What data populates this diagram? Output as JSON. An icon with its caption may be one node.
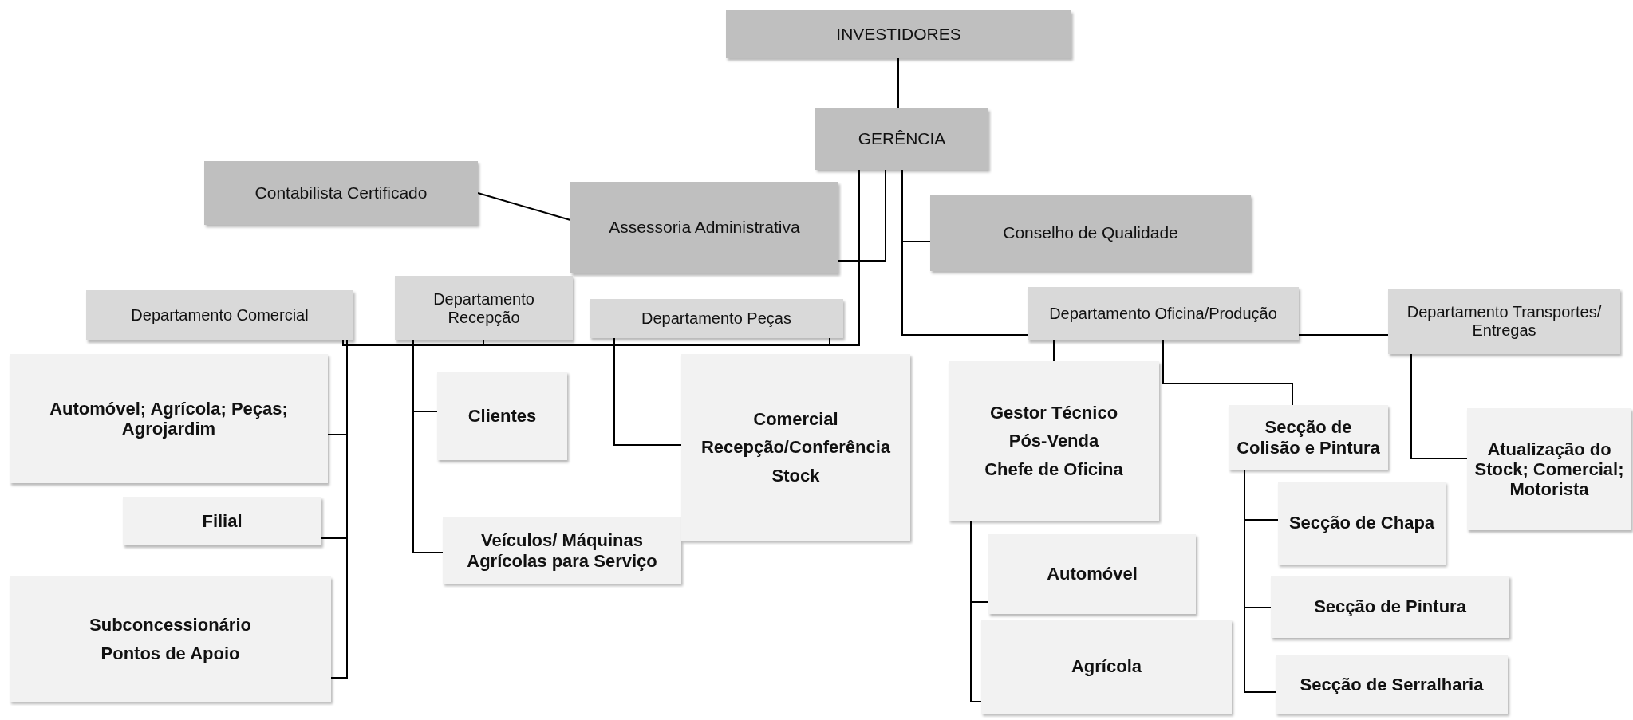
{
  "diagram": {
    "nodes": [
      {
        "text": [
          "INVESTIDORES"
        ]
      },
      {
        "text": [
          "GERÊNCIA"
        ]
      },
      {
        "text": [
          "Contabilista Certificado"
        ]
      },
      {
        "text": [
          "Assessoria Administrativa"
        ]
      },
      {
        "text": [
          "Conselho de Qualidade"
        ]
      },
      {
        "text": [
          "Departamento Comercial"
        ]
      },
      {
        "text": [
          "Departamento Recepção"
        ]
      },
      {
        "text": [
          "Departamento Peças"
        ]
      },
      {
        "text": [
          "Departamento Oficina/Produção"
        ]
      },
      {
        "text": [
          "Departamento Transportes/ Entregas"
        ]
      },
      {
        "text": [
          "Automóvel; Agrícola; Peças; Agrojardim"
        ]
      },
      {
        "text": [
          "Filial"
        ]
      },
      {
        "text": [
          "Subconcessionário",
          "Pontos de Apoio"
        ]
      },
      {
        "text": [
          "Clientes"
        ]
      },
      {
        "text": [
          "Veículos/ Máquinas Agrícolas para Serviço"
        ]
      },
      {
        "text": [
          "Comercial",
          "Recepção/Conferência",
          "Stock"
        ]
      },
      {
        "text": [
          "Gestor Técnico",
          "Pós-Venda",
          "Chefe de Oficina"
        ]
      },
      {
        "text": [
          "Secção de Colisão e Pintura"
        ]
      },
      {
        "text": [
          "Atualização do Stock; Comercial; Motorista"
        ]
      },
      {
        "text": [
          "Automóvel"
        ]
      },
      {
        "text": [
          "Agrícola"
        ]
      },
      {
        "text": [
          "Secção de Chapa"
        ]
      },
      {
        "text": [
          "Secção de Pintura"
        ]
      },
      {
        "text": [
          "Secção de Serralharia"
        ]
      }
    ],
    "edges": [
      {
        "from": 0,
        "to": 1,
        "arrow": "none"
      },
      {
        "from": 1,
        "to": 3,
        "arrow": "none"
      },
      {
        "from": 2,
        "to": 3,
        "arrow": "none"
      },
      {
        "from": 1,
        "to": 4,
        "arrow": "none"
      },
      {
        "from": 1,
        "to": 5,
        "arrow": "none"
      },
      {
        "from": 1,
        "to": 6,
        "arrow": "none"
      },
      {
        "from": 1,
        "to": 7,
        "arrow": "none"
      },
      {
        "from": 1,
        "to": 8,
        "arrow": "none"
      },
      {
        "from": 8,
        "to": 9,
        "arrow": "none"
      },
      {
        "from": 5,
        "to": 10,
        "arrow": "none"
      },
      {
        "from": 5,
        "to": 11,
        "arrow": "none"
      },
      {
        "from": 5,
        "to": 12,
        "arrow": "none"
      },
      {
        "from": 6,
        "to": 13,
        "arrow": "none"
      },
      {
        "from": 6,
        "to": 14,
        "arrow": "none"
      },
      {
        "from": 7,
        "to": 15,
        "arrow": "none"
      },
      {
        "from": 8,
        "to": 16,
        "arrow": "none"
      },
      {
        "from": 8,
        "to": 17,
        "arrow": "none"
      },
      {
        "from": 9,
        "to": 18,
        "arrow": "none"
      },
      {
        "from": 16,
        "to": 19,
        "arrow": "none"
      },
      {
        "from": 16,
        "to": 20,
        "arrow": "none"
      },
      {
        "from": 17,
        "to": 21,
        "arrow": "none"
      },
      {
        "from": 17,
        "to": 22,
        "arrow": "none"
      },
      {
        "from": 17,
        "to": 23,
        "arrow": "none"
      }
    ]
  }
}
